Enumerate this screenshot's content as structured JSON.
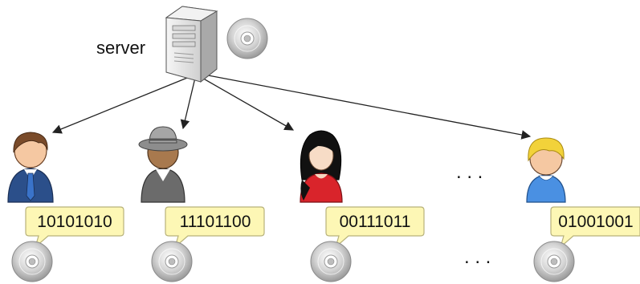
{
  "server": {
    "label": "server",
    "icon": "server-tower-icon",
    "disc_icon": "cd-disc-icon"
  },
  "clients": [
    {
      "avatar": "businessman-avatar-icon",
      "bits": "10101010",
      "disc_icon": "cd-disc-icon"
    },
    {
      "avatar": "hat-man-avatar-icon",
      "bits": "11101100",
      "disc_icon": "cd-disc-icon"
    },
    {
      "avatar": "woman-avatar-icon",
      "bits": "00111011",
      "disc_icon": "cd-disc-icon"
    },
    {
      "avatar": "blond-person-avatar-icon",
      "bits": "01001001",
      "disc_icon": "cd-disc-icon"
    }
  ],
  "ellipsis": {
    "top": ". . .",
    "bottom": ". . ."
  },
  "colors": {
    "callout_fill": "#fdf7b5",
    "callout_stroke": "#b8b27a",
    "arrow": "#222222",
    "server_body": "#e9e9e9",
    "suit_blue": "#2b4f8a",
    "hat_gray": "#8d8d8d",
    "dress_red": "#d9242b",
    "shirt_blue": "#4a90e2"
  }
}
